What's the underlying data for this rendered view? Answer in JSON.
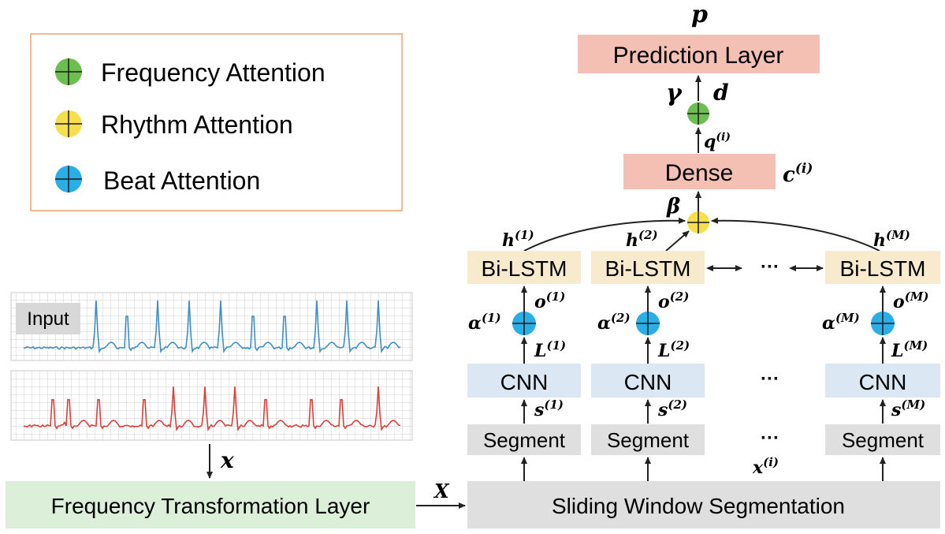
{
  "legend": {
    "items": [
      {
        "label": "Frequency Attention",
        "color": "#6cbf4e"
      },
      {
        "label": "Rhythm Attention",
        "color": "#f5df4d"
      },
      {
        "label": "Beat Attention",
        "color": "#2aaee8"
      }
    ]
  },
  "colors": {
    "prediction_fill": "#f4c0b3",
    "bilstm_fill": "#f8ebcd",
    "cnn_fill": "#dbe8f3",
    "segment_fill": "#dfdfdf",
    "freq_layer_fill": "#dcefd8",
    "legend_border": "#f0a06a",
    "ecg_blue": "#3f8fc4",
    "ecg_red": "#d9403a"
  },
  "labels": {
    "p": "p",
    "prediction_layer": "Prediction Layer",
    "gamma": "γ",
    "d": "d",
    "q_base": "q",
    "q_sup": "(i)",
    "dense": "Dense",
    "c_base": "c",
    "c_sup": "(i)",
    "beta": "β",
    "h1_base": "h",
    "h1_sup": "(1)",
    "h2_base": "h",
    "h2_sup": "(2)",
    "hM_base": "h",
    "hM_sup": "(M)",
    "bilstm": "Bi-LSTM",
    "ellipsis": "···",
    "o1_base": "o",
    "o1_sup": "(1)",
    "o2_base": "o",
    "o2_sup": "(2)",
    "oM_base": "o",
    "oM_sup": "(M)",
    "a1_base": "α",
    "a1_sup": "(1)",
    "a2_base": "α",
    "a2_sup": "(2)",
    "aM_base": "α",
    "aM_sup": "(M)",
    "L1_base": "L",
    "L1_sup": "(1)",
    "L2_base": "L",
    "L2_sup": "(2)",
    "LM_base": "L",
    "LM_sup": "(M)",
    "cnn": "CNN",
    "s1_base": "s",
    "s1_sup": "(1)",
    "s2_base": "s",
    "s2_sup": "(2)",
    "sM_base": "s",
    "sM_sup": "(M)",
    "segment": "Segment",
    "xi_base": "x",
    "xi_sup": "(i)",
    "input": "Input",
    "x_small": "x",
    "X_cap": "X",
    "freq_layer": "Frequency Transformation Layer",
    "sliding": "Sliding Window Segmentation"
  }
}
